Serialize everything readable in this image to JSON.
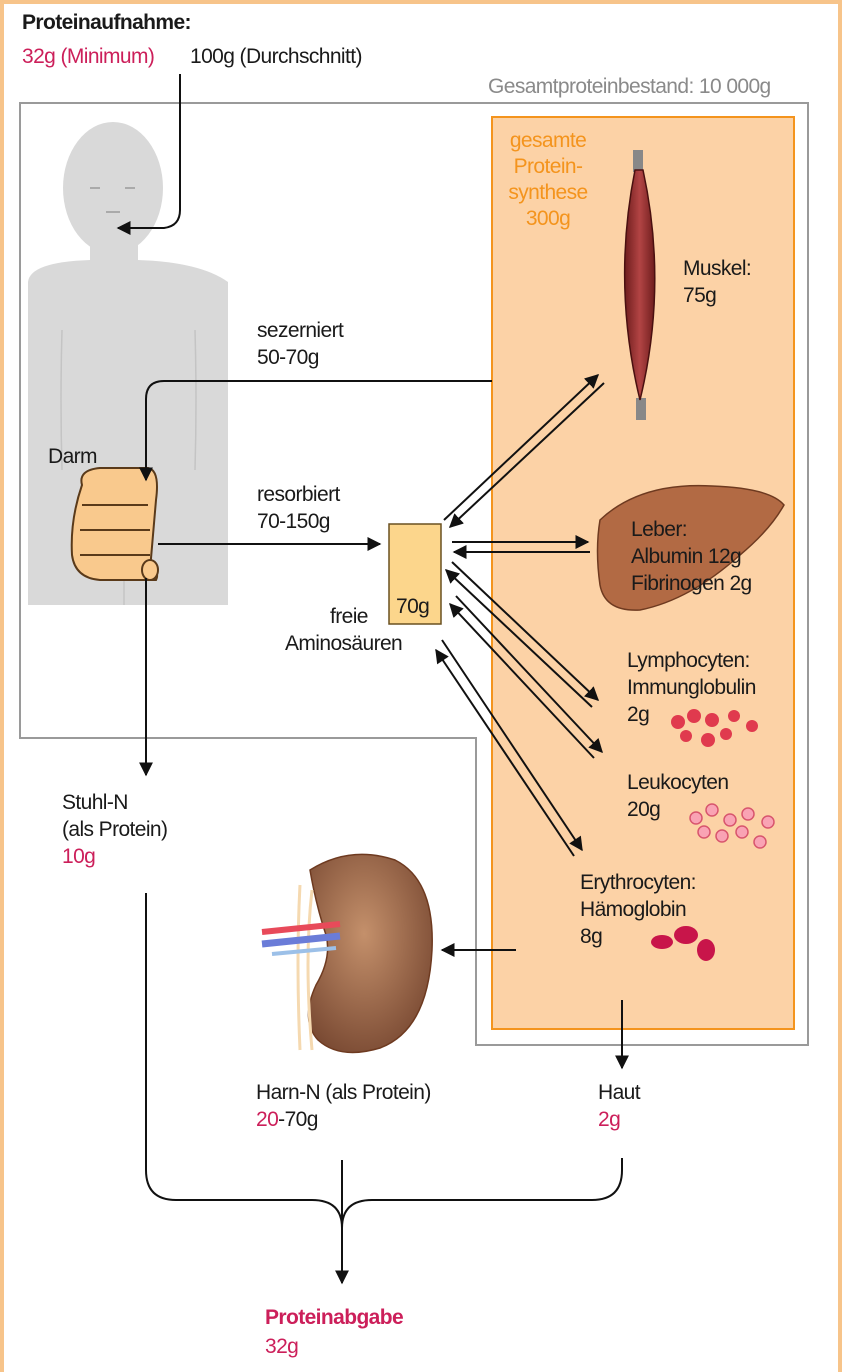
{
  "intake": {
    "title": "Proteinaufnahme:",
    "minimum": "32g (Minimum)",
    "average": "100g (Durchschnitt)"
  },
  "total_stock": "Gesamtproteinbestand: 10 000g",
  "synthesis": {
    "line1": "gesamte",
    "line2": "Protein-",
    "line3": "synthese",
    "amount": "300g"
  },
  "muscle": {
    "label": "Muskel:",
    "amount": "75g"
  },
  "secreted": {
    "label": "sezerniert",
    "amount": "50-70g"
  },
  "gut": {
    "label": "Darm"
  },
  "absorbed": {
    "label": "resorbiert",
    "amount": "70-150g"
  },
  "pool": {
    "amount": "70g",
    "label1": "freie",
    "label2": "Aminosäuren"
  },
  "liver": {
    "label": "Leber:",
    "albumin": "Albumin 12g",
    "fibrinogen": "Fibrinogen 2g"
  },
  "lymphocytes": {
    "label": "Lymphocyten:",
    "sub": "Immunglobulin",
    "amount": "2g"
  },
  "leukocytes": {
    "label": "Leukocyten",
    "amount": "20g"
  },
  "erythrocytes": {
    "label": "Erythrocyten:",
    "sub": "Hämoglobin",
    "amount": "8g"
  },
  "stool": {
    "label": "Stuhl-N",
    "sub": "(als Protein)",
    "amount": "10g"
  },
  "urine": {
    "label": "Harn-N (als Protein)",
    "amount_red": "20",
    "amount_rest": "-70g"
  },
  "skin": {
    "label": "Haut",
    "amount": "2g"
  },
  "output": {
    "label": "Proteinabgabe",
    "amount": "32g"
  },
  "colors": {
    "accent_red": "#cc1f5a",
    "synthesis_orange": "#f4941d",
    "synthesis_fill": "#fcd2a6",
    "pool_fill": "#fcd68c",
    "body_gray": "#d9d9d9"
  }
}
